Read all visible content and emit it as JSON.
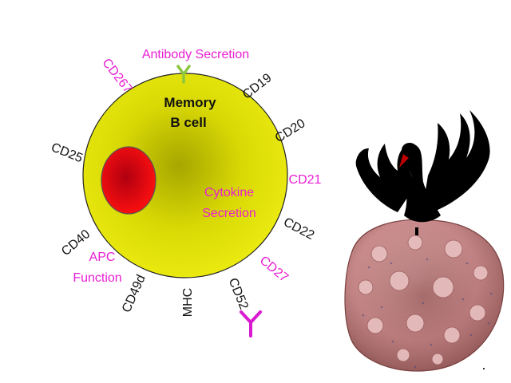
{
  "cell": {
    "title_line1": "Memory",
    "title_line2": "B cell",
    "functions": {
      "antibody": "Antibody Secretion",
      "cytokine_line1": "Cytokine",
      "cytokine_line2": "Secretion",
      "apc_line1": "APC",
      "apc_line2": "Function"
    },
    "markers": {
      "cd267": "CD267",
      "cd19": "CD19",
      "cd20": "CD20",
      "cd21": "CD21",
      "cd22": "CD22",
      "cd27": "CD27",
      "cd52": "CD52",
      "mhc": "MHC",
      "cd49d": "CD49d",
      "cd40": "CD40",
      "cd25": "CD25"
    }
  },
  "colors": {
    "highlight": "#e81ed3",
    "text": "#111111",
    "membrane_fill": "#eaea10",
    "membrane_center": "#a6a600",
    "nucleus": "#e30613",
    "nucleus_center": "#b00010",
    "antibody_green": "#8cc63f",
    "antibody_magenta": "#d81bd1",
    "swan": "#000000",
    "swan_beak": "#c00000",
    "lymphocyte": "#c98b8b"
  }
}
